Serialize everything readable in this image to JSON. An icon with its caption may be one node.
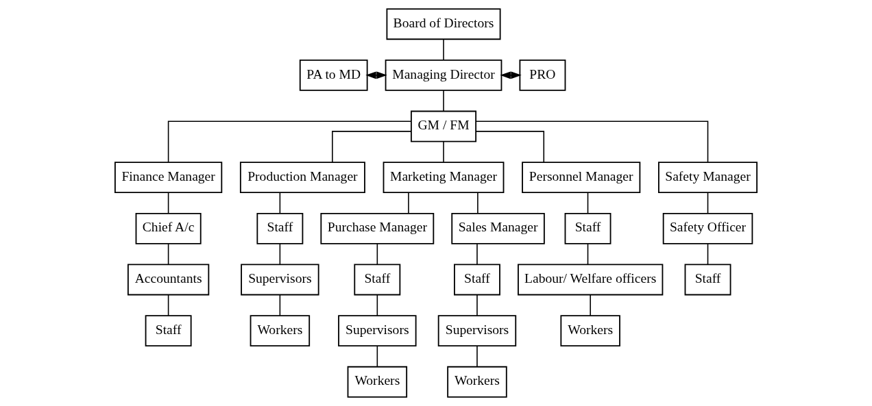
{
  "diagram": {
    "nodes": [
      {
        "text": [
          "Board of Directors"
        ]
      },
      {
        "text": [
          "PA to MD"
        ]
      },
      {
        "text": [
          "Managing Director"
        ]
      },
      {
        "text": [
          "PRO"
        ]
      },
      {
        "text": [
          "GM / FM"
        ]
      },
      {
        "text": [
          "Finance Manager"
        ]
      },
      {
        "text": [
          "Production Manager"
        ]
      },
      {
        "text": [
          "Marketing Manager"
        ]
      },
      {
        "text": [
          "Personnel Manager"
        ]
      },
      {
        "text": [
          "Safety Manager"
        ]
      },
      {
        "text": [
          "Chief A/c"
        ]
      },
      {
        "text": [
          "Staff"
        ]
      },
      {
        "text": [
          "Purchase Manager"
        ]
      },
      {
        "text": [
          "Sales Manager"
        ]
      },
      {
        "text": [
          "Staff"
        ]
      },
      {
        "text": [
          "Safety Officer"
        ]
      },
      {
        "text": [
          "Accountants"
        ]
      },
      {
        "text": [
          "Supervisors"
        ]
      },
      {
        "text": [
          "Staff"
        ]
      },
      {
        "text": [
          "Staff"
        ]
      },
      {
        "text": [
          "Labour/ Welfare officers"
        ]
      },
      {
        "text": [
          "Staff"
        ]
      },
      {
        "text": [
          "Staff"
        ]
      },
      {
        "text": [
          "Workers"
        ]
      },
      {
        "text": [
          "Supervisors"
        ]
      },
      {
        "text": [
          "Supervisors"
        ]
      },
      {
        "text": [
          "Workers"
        ]
      },
      {
        "text": [
          "Workers"
        ]
      },
      {
        "text": [
          "Workers"
        ]
      }
    ],
    "edges": [
      {
        "from": 0,
        "to": 2,
        "arrow": "none"
      },
      {
        "from": 1,
        "to": 2,
        "arrow": "both"
      },
      {
        "from": 2,
        "to": 3,
        "arrow": "both"
      },
      {
        "from": 2,
        "to": 4,
        "arrow": "none"
      },
      {
        "from": 4,
        "to": 5,
        "arrow": "none"
      },
      {
        "from": 4,
        "to": 6,
        "arrow": "none"
      },
      {
        "from": 4,
        "to": 7,
        "arrow": "none"
      },
      {
        "from": 4,
        "to": 8,
        "arrow": "none"
      },
      {
        "from": 4,
        "to": 9,
        "arrow": "none"
      },
      {
        "from": 5,
        "to": 10,
        "arrow": "none"
      },
      {
        "from": 10,
        "to": 16,
        "arrow": "none"
      },
      {
        "from": 16,
        "to": 22,
        "arrow": "none"
      },
      {
        "from": 6,
        "to": 11,
        "arrow": "none"
      },
      {
        "from": 11,
        "to": 17,
        "arrow": "none"
      },
      {
        "from": 17,
        "to": 23,
        "arrow": "none"
      },
      {
        "from": 7,
        "to": 12,
        "arrow": "none"
      },
      {
        "from": 7,
        "to": 13,
        "arrow": "none"
      },
      {
        "from": 12,
        "to": 18,
        "arrow": "none"
      },
      {
        "from": 18,
        "to": 24,
        "arrow": "none"
      },
      {
        "from": 24,
        "to": 27,
        "arrow": "none"
      },
      {
        "from": 13,
        "to": 19,
        "arrow": "none"
      },
      {
        "from": 19,
        "to": 25,
        "arrow": "none"
      },
      {
        "from": 25,
        "to": 28,
        "arrow": "none"
      },
      {
        "from": 8,
        "to": 14,
        "arrow": "none"
      },
      {
        "from": 14,
        "to": 20,
        "arrow": "none"
      },
      {
        "from": 20,
        "to": 26,
        "arrow": "none"
      },
      {
        "from": 9,
        "to": 15,
        "arrow": "none"
      },
      {
        "from": 15,
        "to": 21,
        "arrow": "none"
      }
    ]
  }
}
